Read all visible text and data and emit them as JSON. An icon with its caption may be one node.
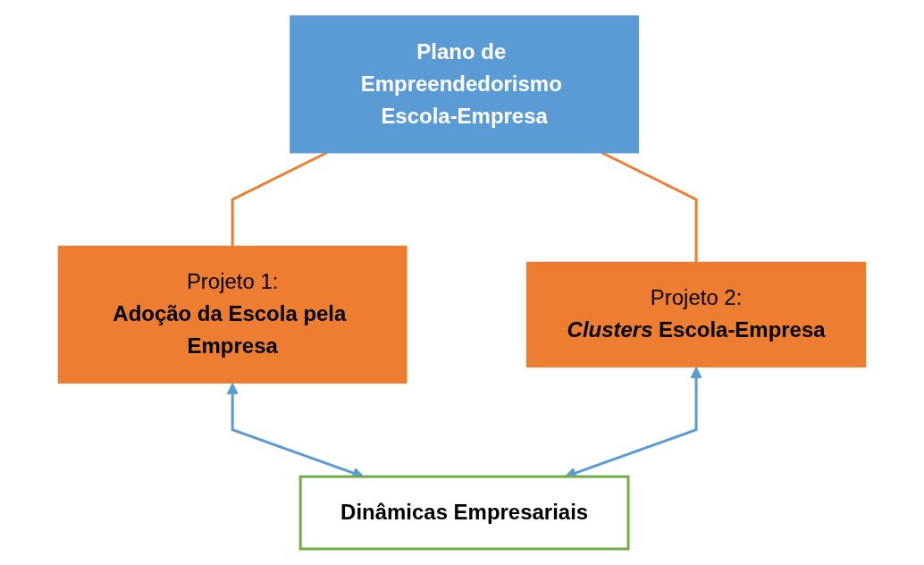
{
  "diagram": {
    "nodes": [
      {
        "text": [
          "Plano de Empreendedorismo Escola-Empresa"
        ]
      },
      {
        "text": [
          "Projeto 1:",
          "Adoção da Escola pela Empresa"
        ]
      },
      {
        "text": [
          "Projeto 2:",
          "*Clusters* Escola-Empresa"
        ]
      },
      {
        "text": [
          "Dinâmicas Empresariais"
        ]
      }
    ],
    "edges": [
      {
        "from": 0,
        "to": 1,
        "arrow": "none",
        "color": "#ed7d31"
      },
      {
        "from": 0,
        "to": 2,
        "arrow": "none",
        "color": "#ed7d31"
      },
      {
        "from": 1,
        "to": 3,
        "arrow": "both",
        "color": "#5b9bd5"
      },
      {
        "from": 2,
        "to": 3,
        "arrow": "both",
        "color": "#5b9bd5"
      }
    ]
  }
}
